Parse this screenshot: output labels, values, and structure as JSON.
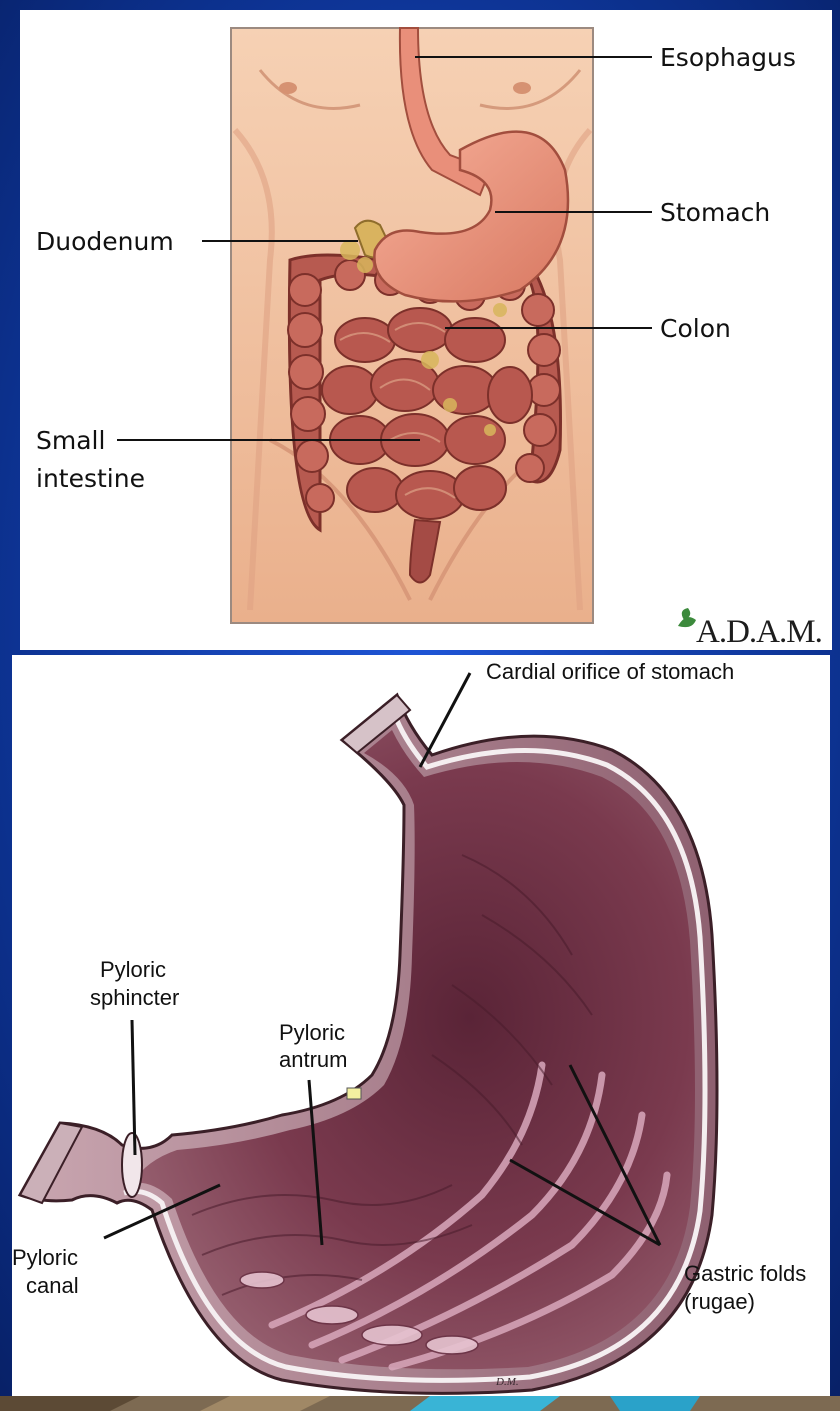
{
  "top_diagram": {
    "labels": {
      "esophagus": "Esophagus",
      "stomach": "Stomach",
      "duodenum": "Duodenum",
      "colon": "Colon",
      "small_intestine_line1": "Small",
      "small_intestine_line2": "intestine"
    },
    "credit": "A.D.A.M."
  },
  "bottom_diagram": {
    "labels": {
      "cardial_orifice": "Cardial orifice of stomach",
      "pyloric_sphincter_line1": "Pyloric",
      "pyloric_sphincter_line2": "sphincter",
      "pyloric_antrum_line1": "Pyloric",
      "pyloric_antrum_line2": "antrum",
      "pyloric_canal_line1": "Pyloric",
      "pyloric_canal_line2": "canal",
      "gastric_folds_line1": "Gastric folds",
      "gastric_folds_line2": "(rugae)"
    },
    "artist_initials": "D.M."
  },
  "colors": {
    "slide_background": "#0c2f8c",
    "panel_background": "#ffffff",
    "skin": "#f0c2a0",
    "stomach_tissue": "#7a3a4e",
    "intestine": "#b55a4f"
  }
}
